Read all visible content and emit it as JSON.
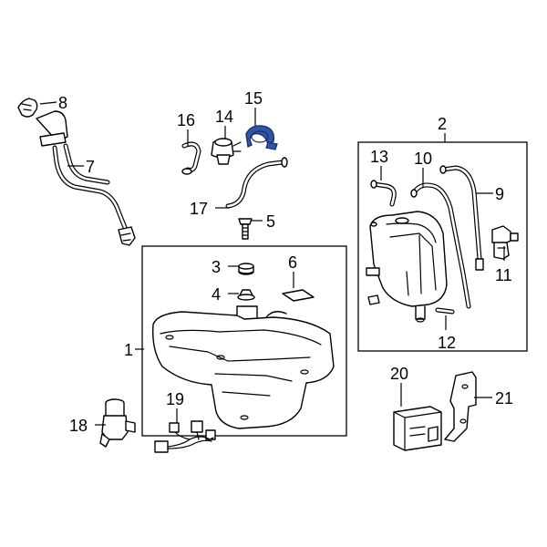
{
  "callouts": [
    {
      "id": "1",
      "label": "1"
    },
    {
      "id": "2",
      "label": "2"
    },
    {
      "id": "3",
      "label": "3"
    },
    {
      "id": "4",
      "label": "4"
    },
    {
      "id": "5",
      "label": "5"
    },
    {
      "id": "6",
      "label": "6"
    },
    {
      "id": "7",
      "label": "7"
    },
    {
      "id": "8",
      "label": "8"
    },
    {
      "id": "9",
      "label": "9"
    },
    {
      "id": "10",
      "label": "10"
    },
    {
      "id": "11",
      "label": "11"
    },
    {
      "id": "12",
      "label": "12"
    },
    {
      "id": "13",
      "label": "13"
    },
    {
      "id": "14",
      "label": "14"
    },
    {
      "id": "15",
      "label": "15"
    },
    {
      "id": "16",
      "label": "16"
    },
    {
      "id": "17",
      "label": "17"
    },
    {
      "id": "18",
      "label": "18"
    },
    {
      "id": "19",
      "label": "19"
    },
    {
      "id": "20",
      "label": "20"
    },
    {
      "id": "21",
      "label": "21"
    }
  ],
  "colors": {
    "line": "#000000",
    "background": "#ffffff",
    "highlight_fill": "#2f56a6",
    "highlight_stroke": "#1a2f6b"
  },
  "highlighted_part": "15"
}
